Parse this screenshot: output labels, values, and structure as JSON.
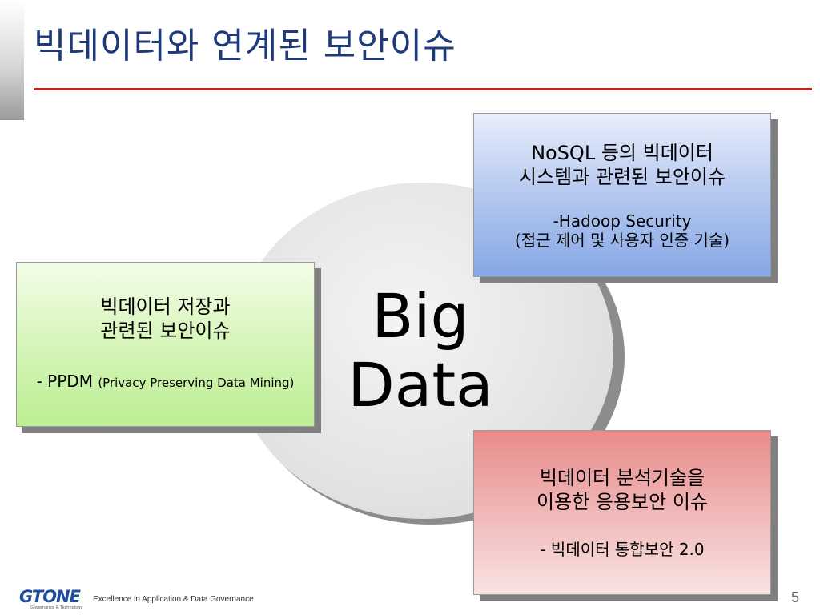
{
  "title": "빅데이터와 연계된 보안이슈",
  "center": {
    "line1": "Big",
    "line2": "Data"
  },
  "boxes": {
    "top": {
      "heading_line1": "NoSQL 등의 빅데이터",
      "heading_line2": "시스템과 관련된 보안이슈",
      "sub_line1": "-Hadoop Security",
      "sub_line2": "(접근 제어 및 사용자 인증 기술)"
    },
    "left": {
      "heading_line1": "빅데이터 저장과",
      "heading_line2": "관련된 보안이슈",
      "sub_main": "- PPDM",
      "sub_small": "(Privacy Preserving Data Mining)"
    },
    "right": {
      "heading_line1": "빅데이터 분석기술을",
      "heading_line2": "이용한 응용보안 이슈",
      "sub_line1": "- 빅데이터 통합보안 2.0"
    }
  },
  "footer": {
    "logo": "GTONE",
    "logo_tagline": "Governance & Technology",
    "tagline": "Excellence in Application & Data Governance",
    "page_number": "5"
  },
  "colors": {
    "title": "#1f3a7a",
    "title_rule": "#b8271b",
    "box_top": "#86a7e6",
    "box_left": "#bcee93",
    "box_right": "#e98b8b",
    "logo": "#1e4e9c"
  }
}
